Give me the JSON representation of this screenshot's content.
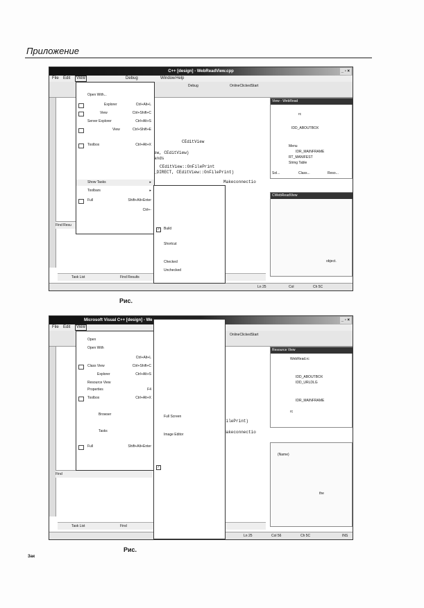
{
  "page": {
    "header": "Приложение",
    "caption1": "Рис.",
    "caption2": "Рис.",
    "footer": "Зак"
  },
  "shot1": {
    "title": "C++ [design] - WebReadView.cpp",
    "window_buttons": "_ ▫ ×",
    "menubar": [
      "File",
      "Edit",
      "View",
      "Debug",
      "Window",
      "Help"
    ],
    "toolbar_debug": "Debug",
    "toolbar_func": "OnlineClickedStart",
    "editor_lines": [
      "CEditView",
      "ew, CEditView)",
      "ands",
      "CEditView::OnFilePrint",
      "_DIRECT, CEditView::OnFilePrint)",
      "Makeconnectio"
    ],
    "view_menu": [
      {
        "label": "Open With...",
        "shortcut": ""
      },
      {
        "label": "Explorer",
        "shortcut": "Ctrl+Alt+L"
      },
      {
        "label": "View",
        "shortcut": "Ctrl+Shift+C"
      },
      {
        "label": "Server Explorer",
        "shortcut": "Ctrl+Alt+S"
      },
      {
        "label": "View",
        "shortcut": "Ctrl+Shift+E"
      },
      {
        "label": "Toolbox",
        "shortcut": "Ctrl+Alt+X"
      },
      {
        "label": "Show Tasks",
        "shortcut": ""
      },
      {
        "label": "Toolbars",
        "shortcut": ""
      },
      {
        "label": "Full",
        "shortcut": "Shift+Alt+Enter"
      },
      {
        "label": "",
        "shortcut": "Ctrl+-"
      }
    ],
    "tasks_submenu": [
      "Build",
      "Shortcut",
      "Checked",
      "Unchecked"
    ],
    "resource_pane_title": "View - WebRead",
    "resource_items": [
      "rc",
      "IDD_ABOUTBOX",
      "Menu",
      "IDR_MAINFRAME",
      "RT_MANIFEST",
      "String Table"
    ],
    "resource_tabs": [
      "Sol...",
      "Class...",
      "Reso..."
    ],
    "properties_title": "CWebReadView",
    "properties_item": "object.",
    "statusbar": [
      "Ln 25",
      "Col",
      "Ch 5C"
    ],
    "taskbar": [
      "Task List",
      "Find Results"
    ],
    "find_label": "Find Resu"
  },
  "shot2": {
    "title": "Microsoft Visual C++ [design] - We",
    "window_buttons": "_ ▫ ×",
    "menubar": [
      "File",
      "Edit",
      "View"
    ],
    "toolbar_func": "OnlineClickedStart",
    "editor_lines": [
      "FilePrint)",
      "Makeconnectio"
    ],
    "view_menu": [
      {
        "label": "Open",
        "shortcut": ""
      },
      {
        "label": "Open With",
        "shortcut": ""
      },
      {
        "label": "",
        "shortcut": "Ctrl+Alt+L"
      },
      {
        "label": "Class View",
        "shortcut": "Ctrl+Shift+C"
      },
      {
        "label": "Explorer",
        "shortcut": "Ctrl+Alt+S"
      },
      {
        "label": "Resource View",
        "shortcut": ""
      },
      {
        "label": "Properties",
        "shortcut": "F4"
      },
      {
        "label": "Toolbox",
        "shortcut": "Ctrl+Alt+X"
      },
      {
        "label": "Browser",
        "shortcut": ""
      },
      {
        "label": "Tasks",
        "shortcut": ""
      },
      {
        "label": "Full",
        "shortcut": "Shift+Alt+Enter"
      }
    ],
    "submenu": [
      "Full Screen",
      "Image Editor"
    ],
    "resource_pane_title": "Resource View",
    "resource_items": [
      "WebRead.rc",
      "IDD_ABOUTBOX",
      "IDD_URLDLG",
      "IDR_MAINFRAME",
      "rc"
    ],
    "properties_items": [
      "(Name)",
      "the"
    ],
    "statusbar": [
      "Ln 25",
      "Col 56",
      "Ch 5C",
      "INS"
    ],
    "taskbar": [
      "Task List",
      "Find"
    ],
    "find_label": "Find"
  }
}
